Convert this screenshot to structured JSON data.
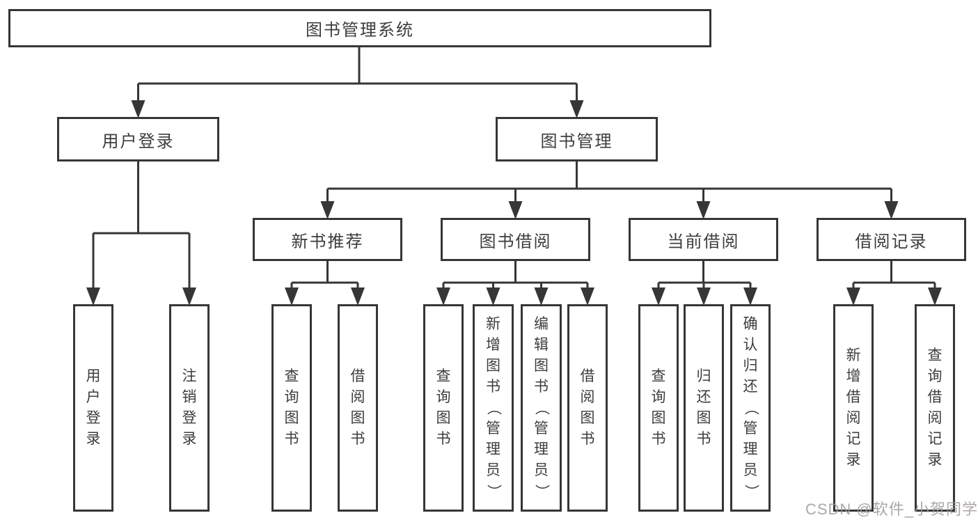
{
  "diagram": {
    "title": "图书管理系统",
    "watermark": "CSDN @软件_小贺同学",
    "colors": {
      "line": "#363636",
      "text": "#3d3d3d",
      "background": "#ffffff",
      "watermark": "#9e9898"
    },
    "nodes": [
      {
        "id": "root",
        "label": "图书管理系统",
        "parent": null,
        "orientation": "horizontal"
      },
      {
        "id": "user-login",
        "label": "用户登录",
        "parent": "root",
        "orientation": "horizontal"
      },
      {
        "id": "book-mgmt",
        "label": "图书管理",
        "parent": "root",
        "orientation": "horizontal"
      },
      {
        "id": "login",
        "label": "用户登录",
        "parent": "user-login",
        "orientation": "vertical"
      },
      {
        "id": "logout",
        "label": "注销登录",
        "parent": "user-login",
        "orientation": "vertical"
      },
      {
        "id": "new-book-rec",
        "label": "新书推荐",
        "parent": "book-mgmt",
        "orientation": "horizontal"
      },
      {
        "id": "book-borrow",
        "label": "图书借阅",
        "parent": "book-mgmt",
        "orientation": "horizontal"
      },
      {
        "id": "current-borrow",
        "label": "当前借阅",
        "parent": "book-mgmt",
        "orientation": "horizontal"
      },
      {
        "id": "borrow-records",
        "label": "借阅记录",
        "parent": "book-mgmt",
        "orientation": "horizontal"
      },
      {
        "id": "rec-query-book",
        "label": "查询图书",
        "parent": "new-book-rec",
        "orientation": "vertical"
      },
      {
        "id": "rec-borrow-book",
        "label": "借阅图书",
        "parent": "new-book-rec",
        "orientation": "vertical"
      },
      {
        "id": "bb-query-book",
        "label": "查询图书",
        "parent": "book-borrow",
        "orientation": "vertical"
      },
      {
        "id": "bb-add-book",
        "label": "新增图书（管理员）",
        "parent": "book-borrow",
        "orientation": "vertical"
      },
      {
        "id": "bb-edit-book",
        "label": "编辑图书（管理员）",
        "parent": "book-borrow",
        "orientation": "vertical"
      },
      {
        "id": "bb-borrow-book",
        "label": "借阅图书",
        "parent": "book-borrow",
        "orientation": "vertical"
      },
      {
        "id": "cb-query-book",
        "label": "查询图书",
        "parent": "current-borrow",
        "orientation": "vertical"
      },
      {
        "id": "cb-return-book",
        "label": "归还图书",
        "parent": "current-borrow",
        "orientation": "vertical"
      },
      {
        "id": "cb-confirm-return",
        "label": "确认归还（管理员）",
        "parent": "current-borrow",
        "orientation": "vertical"
      },
      {
        "id": "br-add-record",
        "label": "新增借阅记录",
        "parent": "borrow-records",
        "orientation": "vertical"
      },
      {
        "id": "br-query-record",
        "label": "查询借阅记录",
        "parent": "borrow-records",
        "orientation": "vertical"
      }
    ]
  }
}
